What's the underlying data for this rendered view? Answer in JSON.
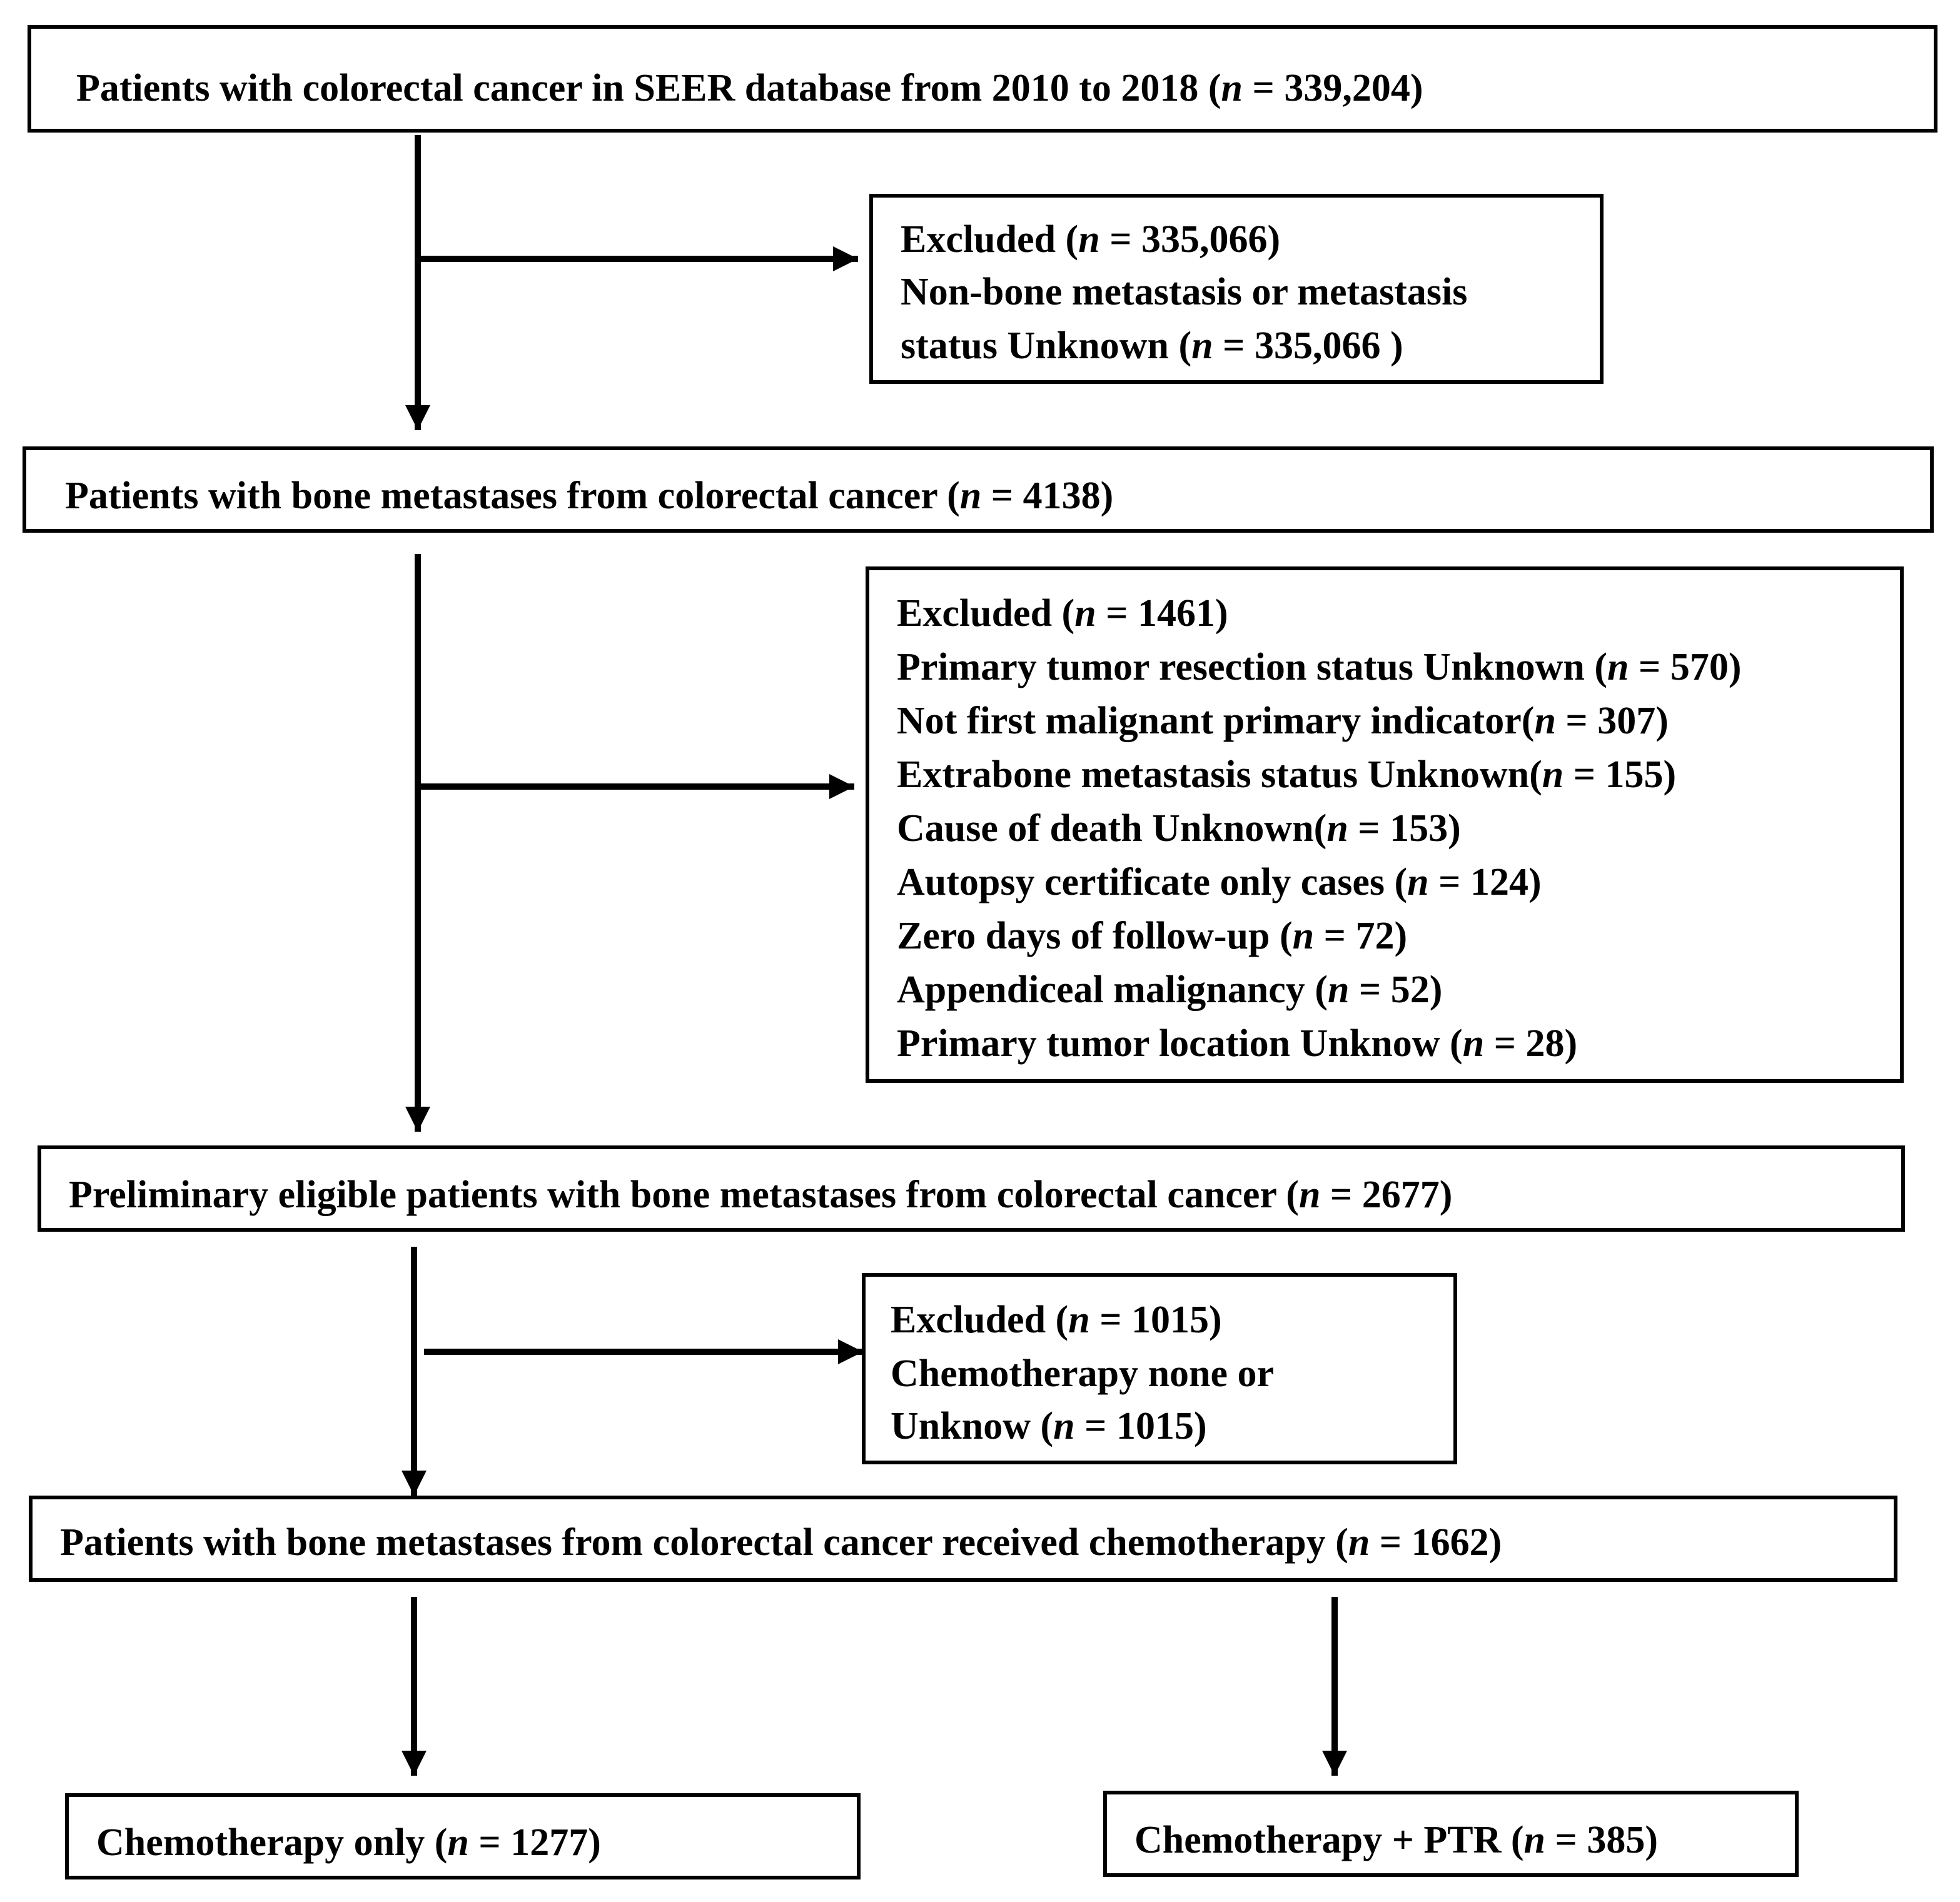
{
  "boxes": {
    "b1": {
      "lines": [
        {
          "pre": "Patients with colorectal cancer in SEER database from 2010 to 2018 (",
          "n": "n",
          "post": " = 339,204)"
        }
      ]
    },
    "e1": {
      "lines": [
        {
          "pre": "Excluded (",
          "n": "n",
          "post": " = 335,066)"
        },
        {
          "pre": "Non-bone metastasis or metastasis"
        },
        {
          "pre": "status Unknown (",
          "n": "n",
          "post": " = 335,066 )"
        }
      ]
    },
    "b2": {
      "lines": [
        {
          "pre": "Patients with bone metastases from colorectal cancer (",
          "n": "n",
          "post": " = 4138)"
        }
      ]
    },
    "e2": {
      "lines": [
        {
          "pre": "Excluded (",
          "n": "n",
          "post": " = 1461)"
        },
        {
          "pre": "Primary tumor resection status Unknown (",
          "n": "n",
          "post": " = 570)"
        },
        {
          "pre": "Not first malignant primary indicator(",
          "n": "n",
          "post": " = 307)"
        },
        {
          "pre": "Extrabone metastasis status Unknown(",
          "n": "n",
          "post": " = 155)"
        },
        {
          "pre": "Cause of death Unknown(",
          "n": "n",
          "post": " = 153)"
        },
        {
          "pre": "Autopsy certificate only cases (",
          "n": "n",
          "post": " = 124)"
        },
        {
          "pre": "Zero days of follow-up  (",
          "n": "n",
          "post": " = 72)"
        },
        {
          "pre": "Appendiceal malignancy (",
          "n": "n",
          "post": " = 52)"
        },
        {
          "pre": "Primary tumor location Unknow (",
          "n": "n",
          "post": " = 28)"
        }
      ]
    },
    "b3": {
      "lines": [
        {
          "pre": "Preliminary eligible patients with bone metastases from colorectal cancer (",
          "n": "n",
          "post": " = 2677)"
        }
      ]
    },
    "e3": {
      "lines": [
        {
          "pre": "Excluded (",
          "n": "n",
          "post": " = 1015)"
        },
        {
          "pre": "Chemotherapy none or"
        },
        {
          "pre": "Unknow (",
          "n": "n",
          "post": " = 1015)"
        }
      ]
    },
    "b4": {
      "lines": [
        {
          "pre": "Patients with bone metastases from colorectal cancer received chemotherapy (",
          "n": "n",
          "post": " = 1662)"
        }
      ]
    },
    "f1": {
      "lines": [
        {
          "pre": "Chemotherapy only (",
          "n": "n",
          "post": " = 1277)"
        }
      ]
    },
    "f2": {
      "lines": [
        {
          "pre": "Chemotherapy + PTR (",
          "n": "n",
          "post": " = 385)"
        }
      ]
    }
  }
}
